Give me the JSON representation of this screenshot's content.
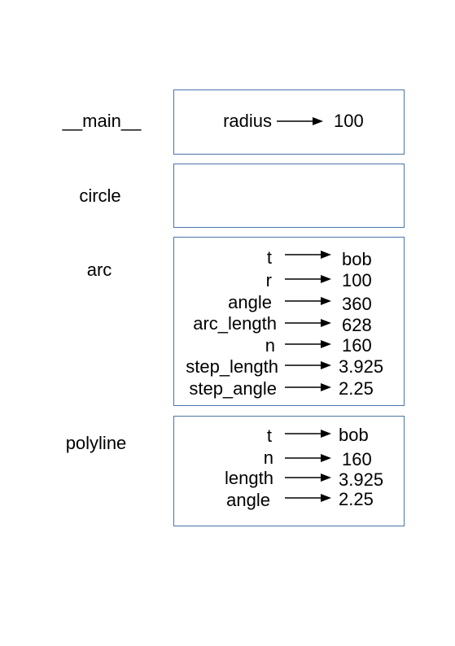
{
  "frames": [
    {
      "name": "__main__",
      "vars": [
        {
          "name": "radius",
          "value": "100"
        }
      ]
    },
    {
      "name": "circle",
      "vars": []
    },
    {
      "name": "arc",
      "vars": [
        {
          "name": "t",
          "value": "bob"
        },
        {
          "name": "r",
          "value": "100"
        },
        {
          "name": "angle",
          "value": "360"
        },
        {
          "name": "arc_length",
          "value": "628"
        },
        {
          "name": "n",
          "value": "160"
        },
        {
          "name": "step_length",
          "value": "3.925"
        },
        {
          "name": "step_angle",
          "value": "2.25"
        }
      ]
    },
    {
      "name": "polyline",
      "vars": [
        {
          "name": "t",
          "value": "bob"
        },
        {
          "name": "n",
          "value": "160"
        },
        {
          "name": "length",
          "value": "3.925"
        },
        {
          "name": "angle",
          "value": "2.25"
        }
      ]
    }
  ]
}
